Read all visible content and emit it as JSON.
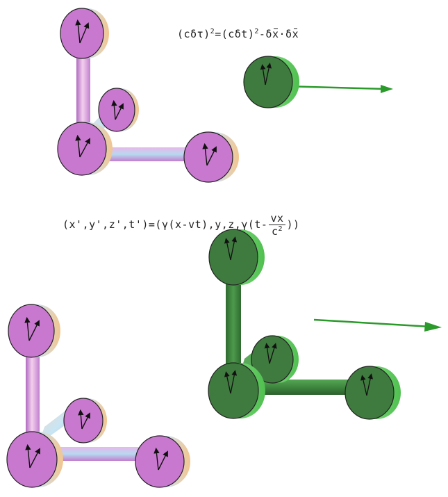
{
  "colors": {
    "rest_frame": "#c978cf",
    "rest_frame_highlight": "#e6b2ea",
    "moving_frame": "#3f7a3f",
    "moving_frame_highlight": "#5ea25e",
    "velocity_arrow": "#2a9a2a"
  },
  "equations": {
    "interval": {
      "lhs_open": "(cδτ)",
      "lhs_exp": "2",
      "eq": "=",
      "rhs_open": "(cδt)",
      "rhs_exp": "2",
      "minus": "-δ",
      "x1": "x",
      "dot": "·δ",
      "x2": "x"
    },
    "lorentz": {
      "lhs": "(x',y',z',t')=(γ(x-vt),y,z,γ(t-",
      "num": "vx",
      "den": "c",
      "den_exp": "2",
      "close": "))"
    }
  },
  "icons": [
    "clock-icon",
    "velocity-arrow-icon"
  ]
}
